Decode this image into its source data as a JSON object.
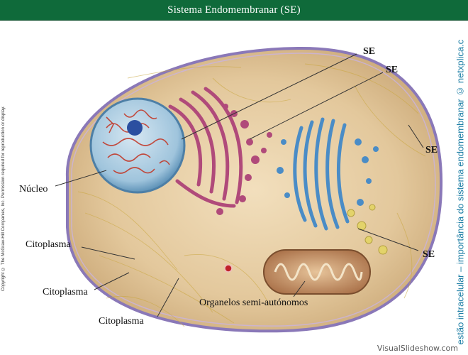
{
  "title": "Sistema Endomembranar (SE)",
  "copyright": "Copyright © The McGraw-Hill Companies, Inc. Permission required for reproduction or display.",
  "side_caption": "Digestão intracelular – importância do sistema endomembranar © netxplica.com",
  "footer": "VisualSlideshow.com",
  "labels": {
    "se_1": "SE",
    "se_2": "SE",
    "se_3": "SE",
    "se_4": "SE",
    "nucleo": "Núcleo",
    "citoplasma_1": "Citoplasma",
    "citoplasma_2": "Citoplasma",
    "citoplasma_3": "Citoplasma",
    "organelos": "Organelos semi-autónomos"
  },
  "colors": {
    "title_bar": "#0f6a3a",
    "cell_fill": "#e8cfa6",
    "membrane": "#8a78b8",
    "nucleus": "#8ab9d6",
    "chromatin": "#c23a2a",
    "er": "#b04a7a",
    "golgi": "#4a8cc6",
    "vesicles_yellow": "#e3d36a",
    "mitochondrion": "#c99a6a"
  }
}
